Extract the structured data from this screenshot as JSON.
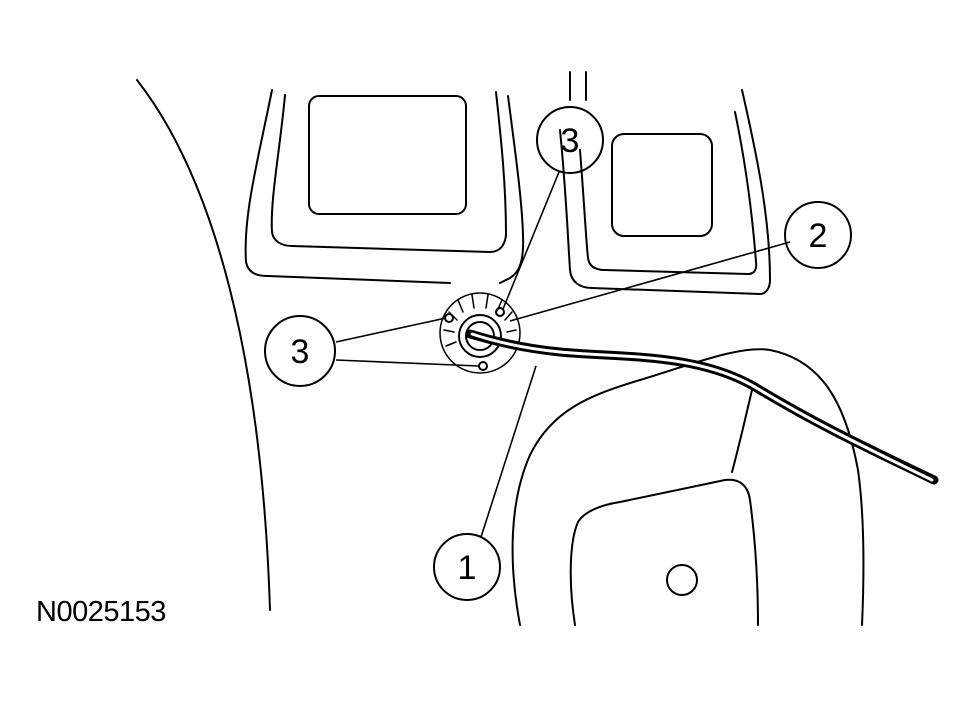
{
  "callouts": {
    "c1": "1",
    "c2": "2",
    "c3_top": "3",
    "c3_left": "3"
  },
  "figure_id": "N0025153",
  "colors": {
    "ink": "#000000",
    "paper": "#ffffff"
  }
}
